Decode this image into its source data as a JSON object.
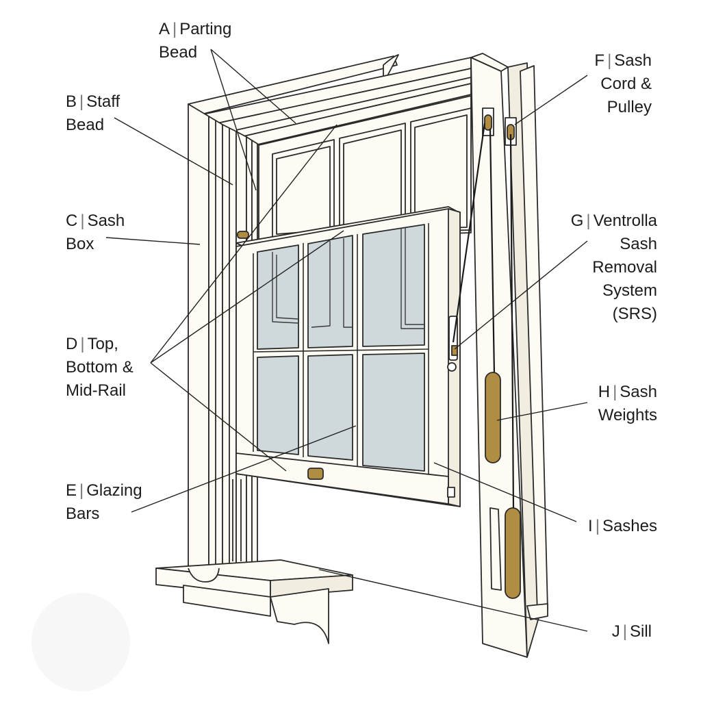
{
  "colors": {
    "frame_fill": "#fdfbf3",
    "outline": "#2a2a2a",
    "glass": "#cfd9dc",
    "brass": "#b08d42",
    "leader": "#222222"
  },
  "labels": {
    "a": {
      "letter": "A",
      "line1": "Parting",
      "line2": "Bead"
    },
    "b": {
      "letter": "B",
      "line1": "Staff",
      "line2": "Bead"
    },
    "c": {
      "letter": "C",
      "line1": "Sash",
      "line2": "Box"
    },
    "d": {
      "letter": "D",
      "line1": "Top,",
      "line2": "Bottom &",
      "line3": "Mid-Rail"
    },
    "e": {
      "letter": "E",
      "line1": "Glazing",
      "line2": "Bars"
    },
    "f": {
      "letter": "F",
      "line1": "Sash",
      "line2": "Cord &",
      "line3": "Pulley"
    },
    "g": {
      "letter": "G",
      "line1": "Ventrolla",
      "line2": "Sash",
      "line3": "Removal",
      "line4": "System",
      "line5": "(SRS)"
    },
    "h": {
      "letter": "H",
      "line1": "Sash",
      "line2": "Weights"
    },
    "i": {
      "letter": "I",
      "line1": "Sashes"
    },
    "j": {
      "letter": "J",
      "line1": "Sill"
    }
  }
}
